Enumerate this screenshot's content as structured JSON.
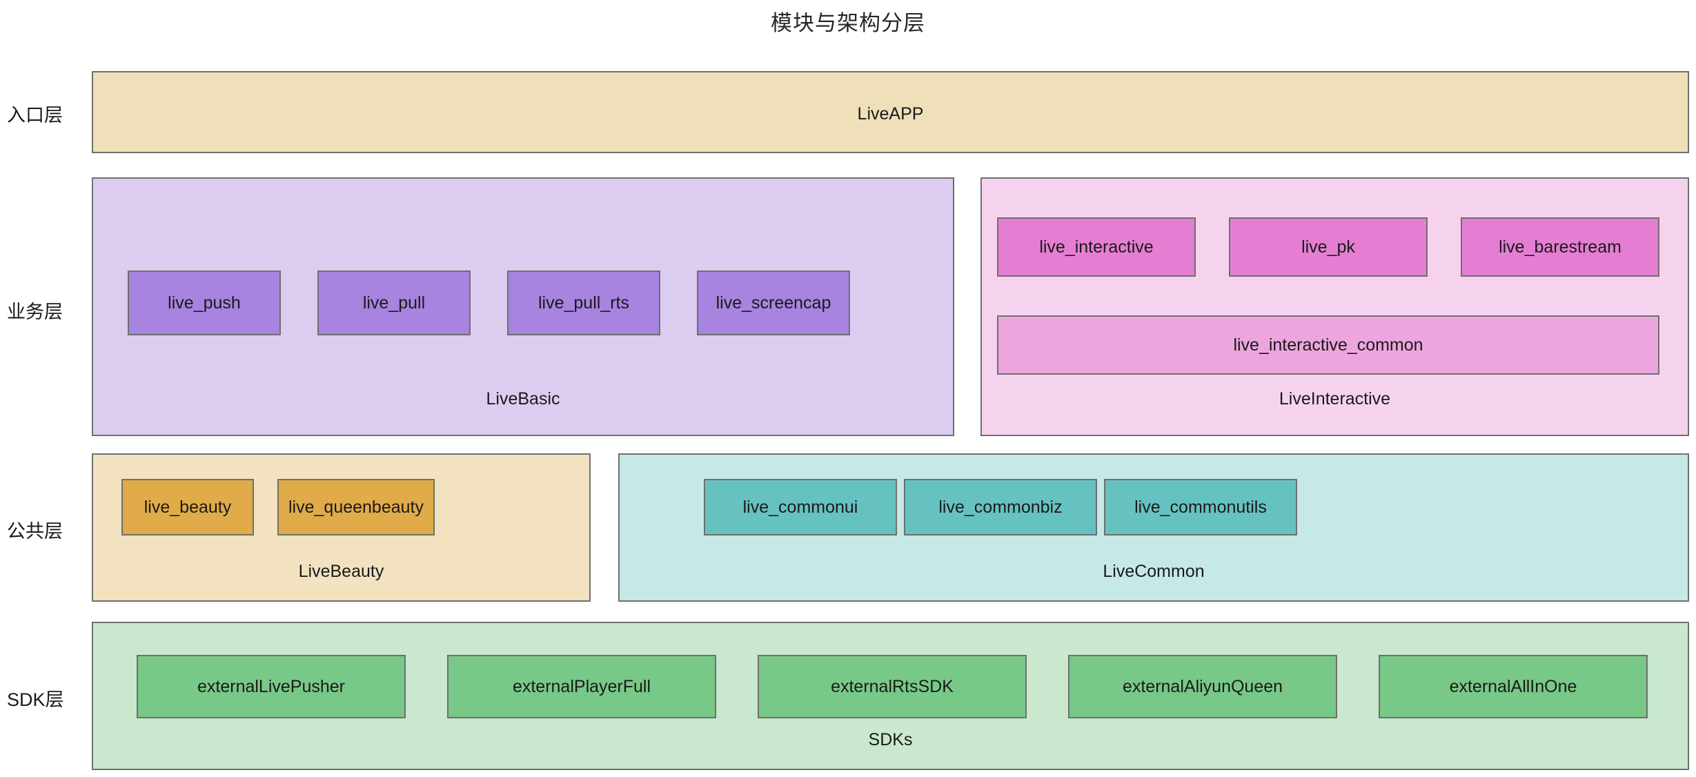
{
  "title": "模块与架构分层",
  "colors": {
    "background": "#ffffff",
    "border": "#6f6f6f",
    "text": "#1a1a1a",
    "entry_group": "#efe0ba",
    "livebasic_group": "#dccdf0",
    "livebasic_module": "#a684e0",
    "liveinteractive_group": "#f5d3ee",
    "liveinteractive_module": "#e57ed3",
    "liveinteractive_common_module": "#eda5de",
    "livebeauty_group": "#f2e2c0",
    "livebeauty_module": "#e0ab48",
    "livecommon_group": "#c6e8e6",
    "livecommon_module": "#66c2c0",
    "sdks_group": "#c9e8cd",
    "sdks_module": "#78c888"
  },
  "layers": [
    {
      "id": "entry",
      "label": "入口层",
      "groups": [
        {
          "id": "liveapp",
          "caption": "LiveAPP",
          "modules": []
        }
      ]
    },
    {
      "id": "business",
      "label": "业务层",
      "groups": [
        {
          "id": "livebasic",
          "caption": "LiveBasic",
          "modules": [
            {
              "label": "live_push"
            },
            {
              "label": "live_pull"
            },
            {
              "label": "live_pull_rts"
            },
            {
              "label": "live_screencap"
            }
          ]
        },
        {
          "id": "liveinteractive",
          "caption": "LiveInteractive",
          "modules": [
            {
              "label": "live_interactive"
            },
            {
              "label": "live_pk"
            },
            {
              "label": "live_barestream"
            },
            {
              "label": "live_interactive_common"
            }
          ]
        }
      ]
    },
    {
      "id": "public",
      "label": "公共层",
      "groups": [
        {
          "id": "livebeauty",
          "caption": "LiveBeauty",
          "modules": [
            {
              "label": "live_beauty"
            },
            {
              "label": "live_queenbeauty"
            }
          ]
        },
        {
          "id": "livecommon",
          "caption": "LiveCommon",
          "modules": [
            {
              "label": "live_commonui"
            },
            {
              "label": "live_commonbiz"
            },
            {
              "label": "live_commonutils"
            }
          ]
        }
      ]
    },
    {
      "id": "sdk",
      "label": "SDK层",
      "groups": [
        {
          "id": "sdks",
          "caption": "SDKs",
          "modules": [
            {
              "label": "externalLivePusher"
            },
            {
              "label": "externalPlayerFull"
            },
            {
              "label": "externalRtsSDK"
            },
            {
              "label": "externalAliyunQueen"
            },
            {
              "label": "externalAllInOne"
            }
          ]
        }
      ]
    }
  ]
}
